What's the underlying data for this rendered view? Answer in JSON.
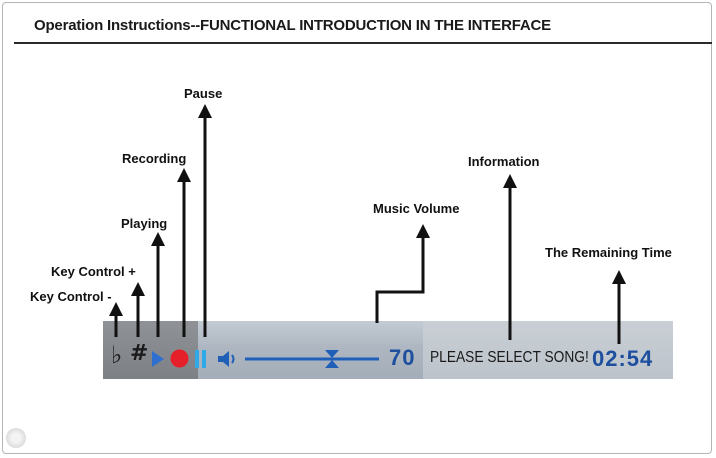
{
  "title": "Operation Instructions--FUNCTIONAL INTRODUCTION IN THE INTERFACE",
  "labels": {
    "pause": "Pause",
    "recording": "Recording",
    "playing": "Playing",
    "key_plus": "Key Control +",
    "key_minus": "Key Control -",
    "music_volume": "Music Volume",
    "information": "Information",
    "remaining_time": "The Remaining Time"
  },
  "bar": {
    "flat_symbol": "♭",
    "sharp_symbol": "#",
    "volume_value": "70",
    "info_text": "PLEASE SELECT SONG!",
    "time": "02:54",
    "volume_level": 0.5
  },
  "colors": {
    "play": "#2f6fd0",
    "record": "#e5202a",
    "pause": "#2fa9e8",
    "digits": "#1d4f9e",
    "slider": "#1f5fb8"
  },
  "icons": [
    "speaker-icon",
    "play-icon",
    "record-icon",
    "pause-icon",
    "slider-handle-icon"
  ]
}
